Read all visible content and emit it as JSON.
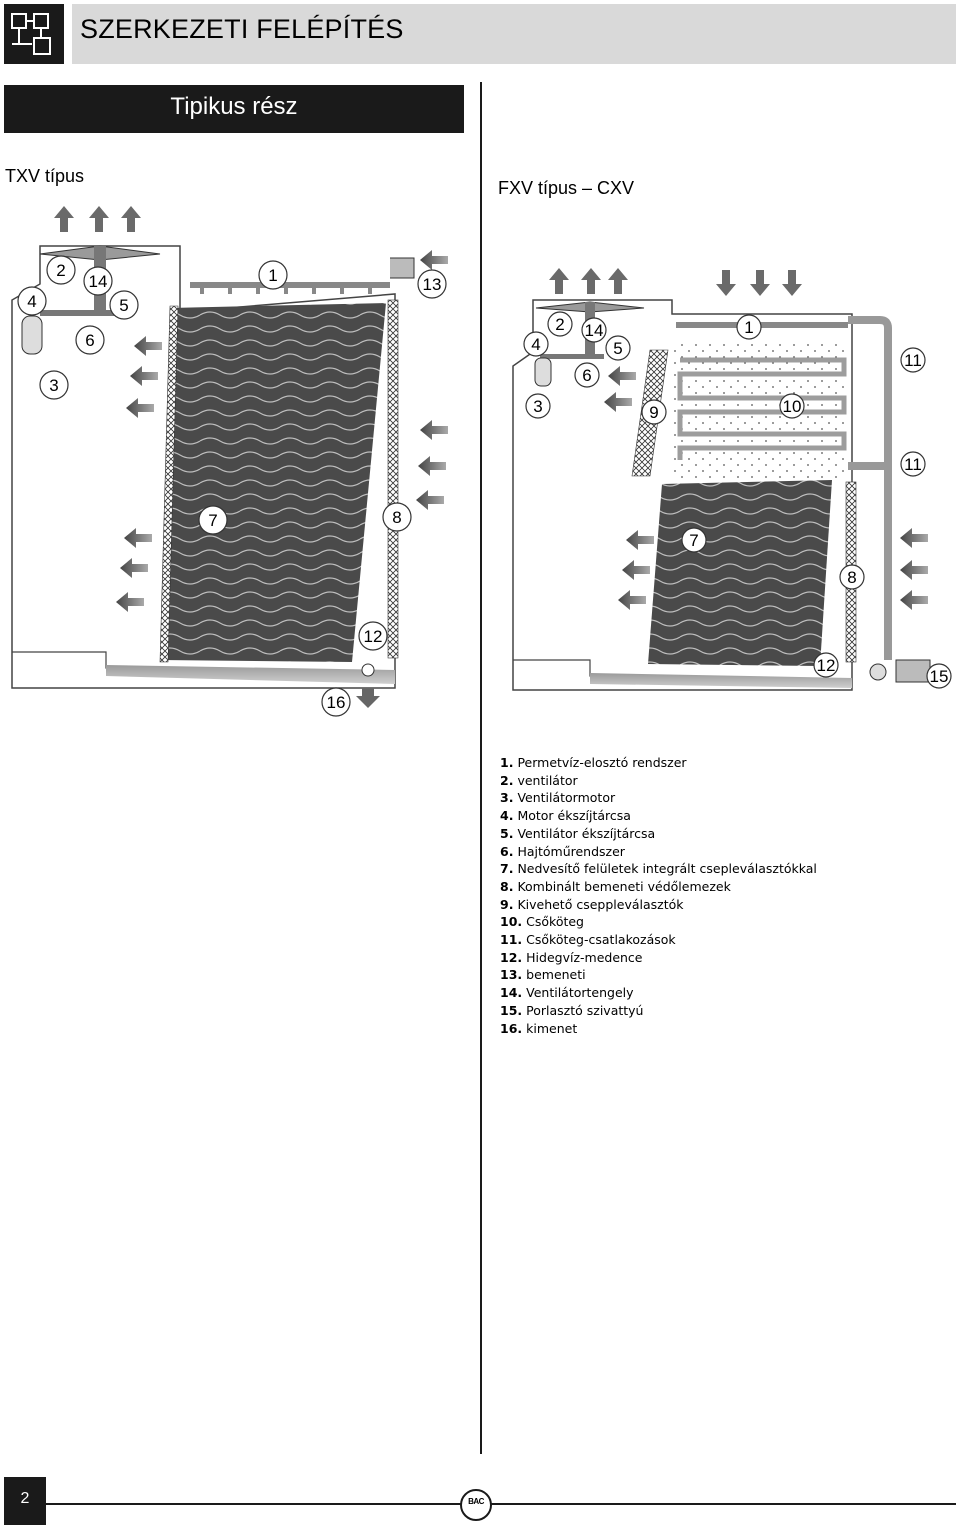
{
  "header": {
    "title": "SZERKEZETI FELÉPÍTÉS"
  },
  "section": {
    "title": "Tipikus rész"
  },
  "diagrams": {
    "txv_label": "TXV típus",
    "fxv_label": "FXV típus – CXV",
    "txv_callouts": [
      "1",
      "2",
      "3",
      "4",
      "5",
      "6",
      "7",
      "8",
      "12",
      "13",
      "14",
      "16"
    ],
    "fxv_callouts": [
      "1",
      "2",
      "3",
      "4",
      "5",
      "6",
      "7",
      "8",
      "9",
      "10",
      "11",
      "11",
      "12",
      "14",
      "15"
    ]
  },
  "legend": [
    {
      "num": "1.",
      "text": "Permetvíz-elosztó rendszer"
    },
    {
      "num": "2.",
      "text": "ventilátor"
    },
    {
      "num": "3.",
      "text": "Ventilátormotor"
    },
    {
      "num": "4.",
      "text": "Motor ékszíjtárcsa"
    },
    {
      "num": "5.",
      "text": "Ventilátor ékszíjtárcsa"
    },
    {
      "num": "6.",
      "text": "Hajtóműrendszer"
    },
    {
      "num": "7.",
      "text": "Nedvesítő felületek integrált csepleválasztókkal"
    },
    {
      "num": "8.",
      "text": "Kombinált bemeneti védőlemezek"
    },
    {
      "num": "9.",
      "text": "Kivehető cseppleválasztók"
    },
    {
      "num": "10.",
      "text": "Csőköteg"
    },
    {
      "num": "11.",
      "text": "Csőköteg-csatlakozások"
    },
    {
      "num": "12.",
      "text": "Hidegvíz-medence"
    },
    {
      "num": "13.",
      "text": "bemeneti"
    },
    {
      "num": "14.",
      "text": "Ventilátortengely"
    },
    {
      "num": "15.",
      "text": "Porlasztó szivattyú"
    },
    {
      "num": "16.",
      "text": "kimenet"
    }
  ],
  "footer": {
    "page_number": "2",
    "logo_text": "BAC"
  }
}
